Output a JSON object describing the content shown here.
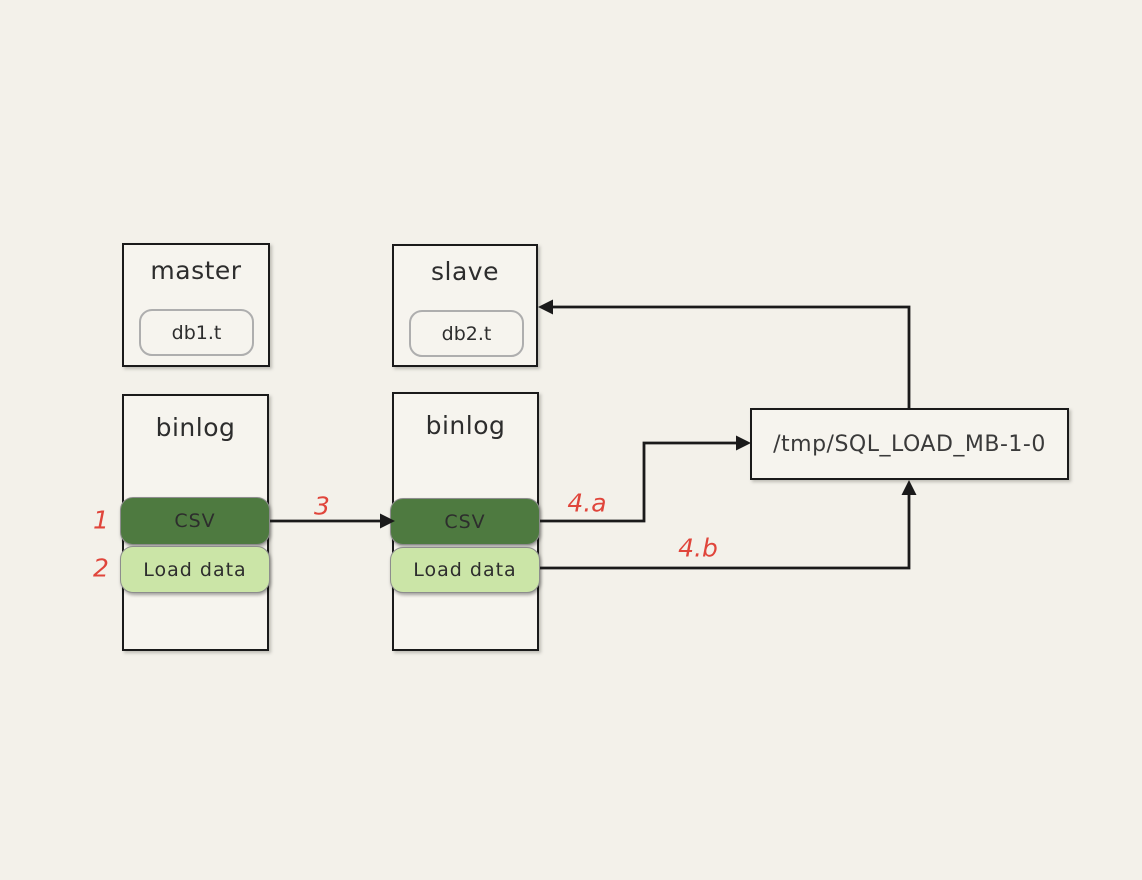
{
  "diagram": {
    "background": "#f3f1ea",
    "stroke_color": "#1a1a1a",
    "annotation_color": "#e0453b",
    "csv_fill": "#4e7a40",
    "load_data_fill": "#cbe5a7",
    "nodes": {
      "master": {
        "title": "master",
        "table": "db1.t"
      },
      "slave": {
        "title": "slave",
        "table": "db2.t"
      },
      "master_binlog": {
        "title": "binlog",
        "csv_event": "CSV",
        "load_event": "Load data"
      },
      "slave_binlog": {
        "title": "binlog",
        "csv_event": "CSV",
        "load_event": "Load data"
      },
      "tmp_file": {
        "label": "/tmp/SQL_LOAD_MB-1-0"
      }
    },
    "annotations": {
      "step1": "1",
      "step2": "2",
      "step3": "3",
      "step4a": "4.a",
      "step4b": "4.b"
    }
  }
}
